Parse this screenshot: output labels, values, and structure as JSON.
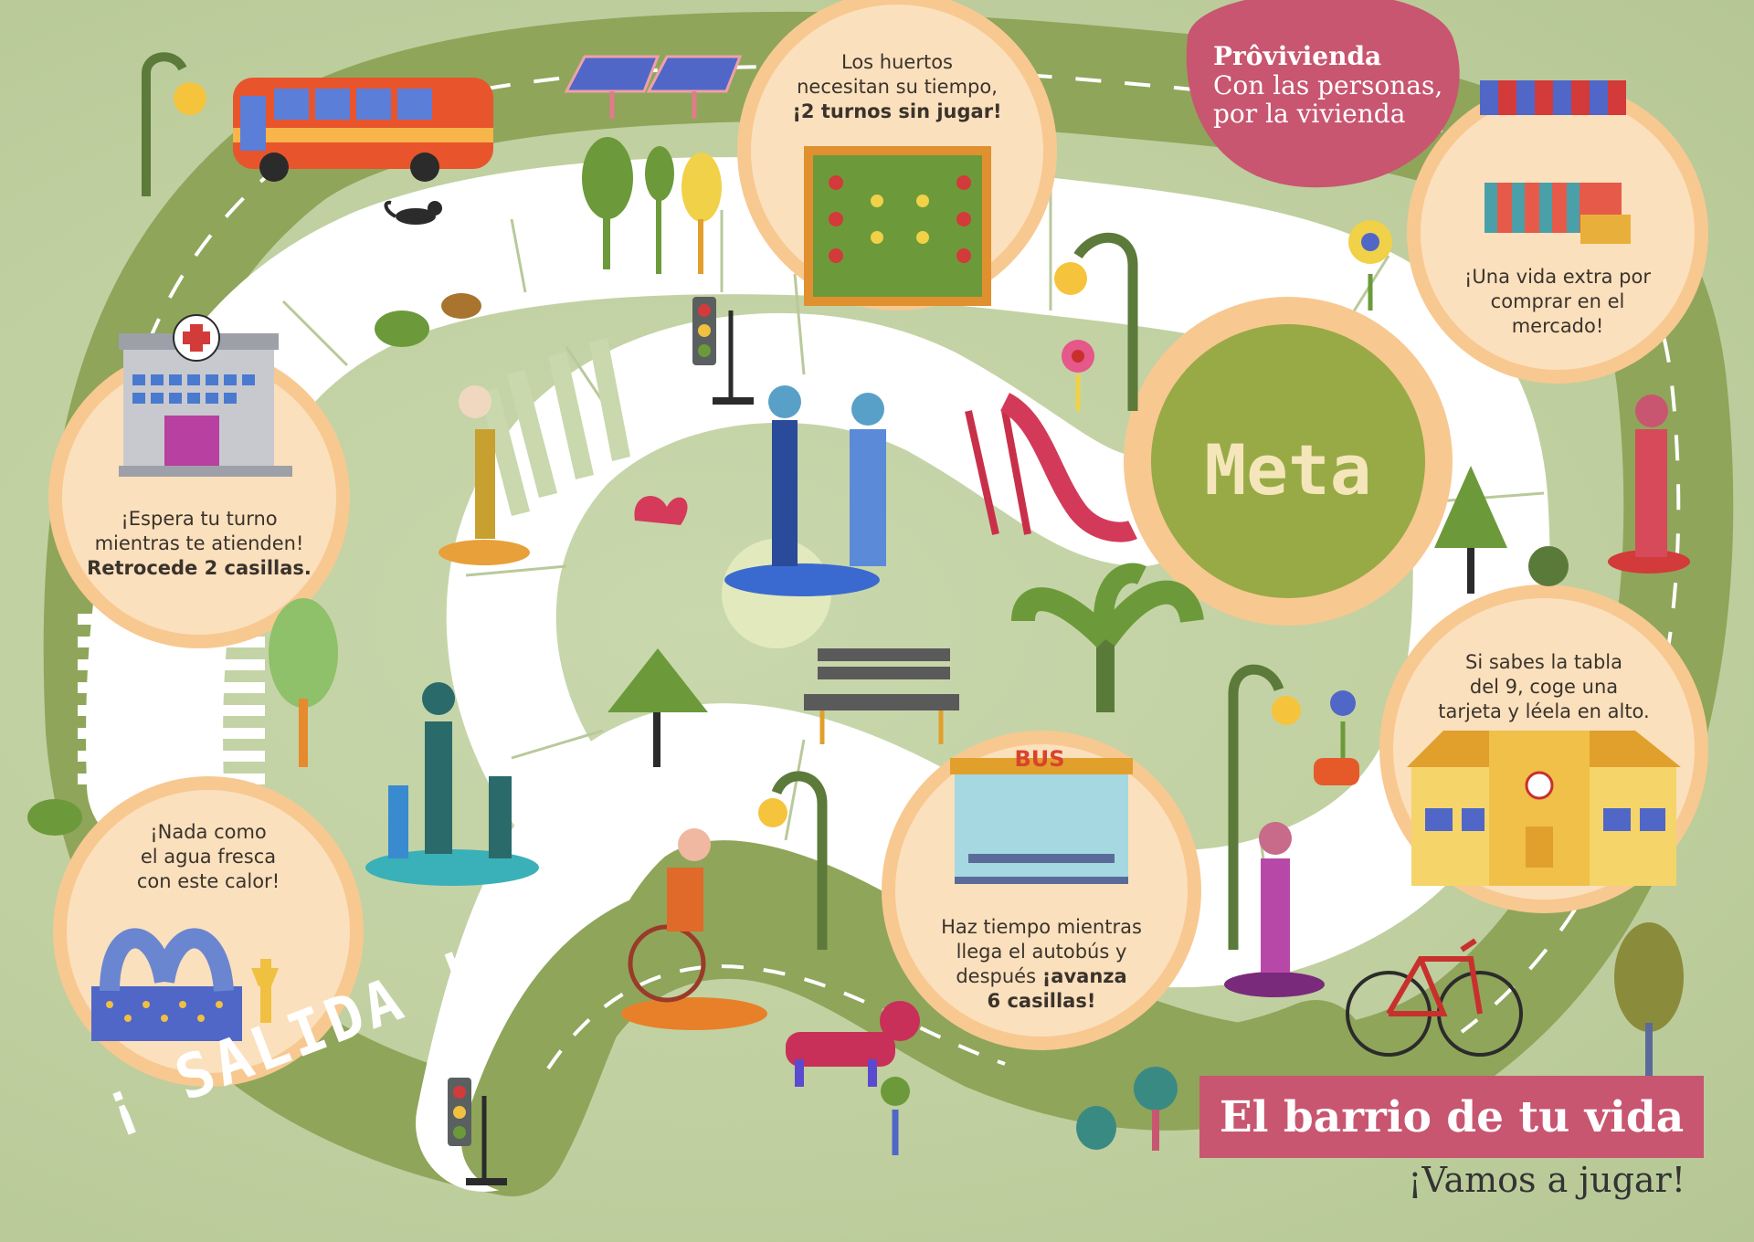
{
  "brand": {
    "name": "Prôvivienda",
    "tagline_1": "Con las personas,",
    "tagline_2": "por la vivienda"
  },
  "title": "El barrio de tu vida",
  "subtitle": "¡Vamos a jugar!",
  "start_label": "¡ SALIDA !",
  "goal_label": "Meta",
  "bus_sign": "BUS",
  "colors": {
    "board_green": "#c4d3a6",
    "road_green": "#8fa55a",
    "path_white": "#ffffff",
    "bubble_outer": "#f8c891",
    "bubble_inner": "#fbe0bd",
    "goal_green": "#98aa45",
    "brand_pink": "#c85670"
  },
  "squares": {
    "huertos": {
      "line1": "Los huertos",
      "line2": "necesitan su tiempo,",
      "line3": "¡2 turnos sin jugar!"
    },
    "mercado": {
      "line1": "¡Una vida extra por",
      "line2": "comprar en el",
      "line3": "mercado!"
    },
    "centro_salud": {
      "line1": "¡Espera tu turno",
      "line2": "mientras te atienden!",
      "line3": "Retrocede 2 casillas."
    },
    "colegio": {
      "line1": "Si sabes la tabla",
      "line2": "del 9, coge una",
      "line3": "tarjeta y léela en alto."
    },
    "fuente": {
      "line1": "¡Nada como",
      "line2": "el agua fresca",
      "line3": "con este calor!"
    },
    "autobus": {
      "line1": "Haz tiempo mientras",
      "line2": "llega el autobús y",
      "line3": "después",
      "line3_bold": "¡avanza",
      "line4": "6 casillas!"
    }
  },
  "icons": [
    "bus-icon",
    "street-lamp-icon",
    "solar-panel-icon",
    "tree-icon",
    "garden-icon",
    "market-stall-icon",
    "hospital-icon",
    "traffic-light-icon",
    "slide-icon",
    "bench-icon",
    "palm-icon",
    "school-icon",
    "fountain-icon",
    "bicycle-icon",
    "bus-stop-icon",
    "dog-icon",
    "cat-icon",
    "flower-icon",
    "wheelchair-player-icon"
  ]
}
